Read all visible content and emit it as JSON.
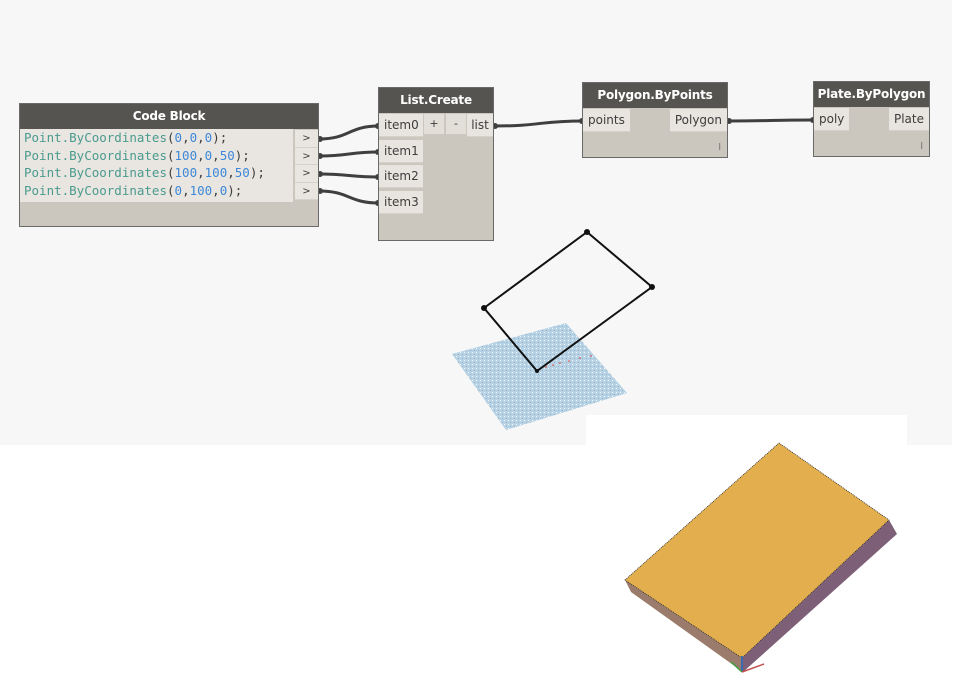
{
  "nodes": {
    "code_block": {
      "title": "Code Block",
      "lines": [
        {
          "fn": "Point.ByCoordinates",
          "args": [
            "0",
            "0",
            "0"
          ]
        },
        {
          "fn": "Point.ByCoordinates",
          "args": [
            "100",
            "0",
            "50"
          ]
        },
        {
          "fn": "Point.ByCoordinates",
          "args": [
            "100",
            "100",
            "50"
          ]
        },
        {
          "fn": "Point.ByCoordinates",
          "args": [
            "0",
            "100",
            "0"
          ]
        }
      ],
      "output_glyph": ">"
    },
    "list_create": {
      "title": "List.Create",
      "inputs": [
        "item0",
        "item1",
        "item2",
        "item3"
      ],
      "add_label": "+",
      "remove_label": "-",
      "output": "list"
    },
    "polygon_by_points": {
      "title": "Polygon.ByPoints",
      "input": "points",
      "output": "Polygon",
      "lacing": "l"
    },
    "plate_by_polygon": {
      "title": "Plate.ByPolygon",
      "input": "poly",
      "output": "Plate",
      "lacing": "l"
    }
  },
  "colors": {
    "node_header": "#555451",
    "node_body": "#cbc6be",
    "code_function": "#4a9a8e",
    "code_number": "#3d88d8",
    "plate_top": "#e2ae4e",
    "plate_side_right": "#7d6078",
    "plate_side_left": "#9a7b6c",
    "grid_surface": "#a8c8dc"
  }
}
